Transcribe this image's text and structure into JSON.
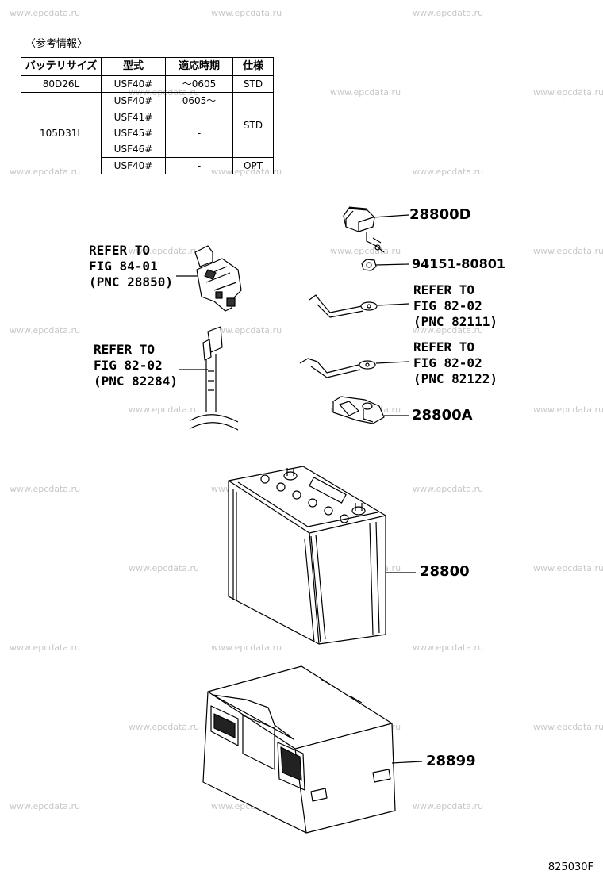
{
  "watermark": "www.epcdata.ru",
  "caption": "〈参考情報〉",
  "table": {
    "headers": [
      "バッテリサイズ",
      "型式",
      "適応時期",
      "仕様"
    ],
    "rows": [
      {
        "size": "80D26L",
        "models": [
          "USF40#"
        ],
        "period": "～0605",
        "spec": "STD"
      },
      {
        "size": "105D31L",
        "models": [
          "USF40#"
        ],
        "period": "0605～",
        "spec": ""
      },
      {
        "size": "",
        "models": [
          "USF41#",
          "USF45#",
          "USF46#"
        ],
        "period": "-",
        "spec": "STD"
      },
      {
        "size": "",
        "models": [
          "USF40#"
        ],
        "period": "-",
        "spec": "OPT"
      }
    ]
  },
  "callouts": {
    "p28800D": "28800D",
    "p94151": "94151-80801",
    "refer82111": "REFER TO\nFIG 82-02\n(PNC 82111)",
    "refer82122": "REFER TO\nFIG 82-02\n(PNC 82122)",
    "p28800A": "28800A",
    "refer28850": "REFER TO\nFIG 84-01\n(PNC 28850)",
    "refer82284": "REFER TO\nFIG 82-02\n(PNC 82284)",
    "p28800": "28800",
    "p28899": "28899"
  },
  "figure_code": "825030F"
}
